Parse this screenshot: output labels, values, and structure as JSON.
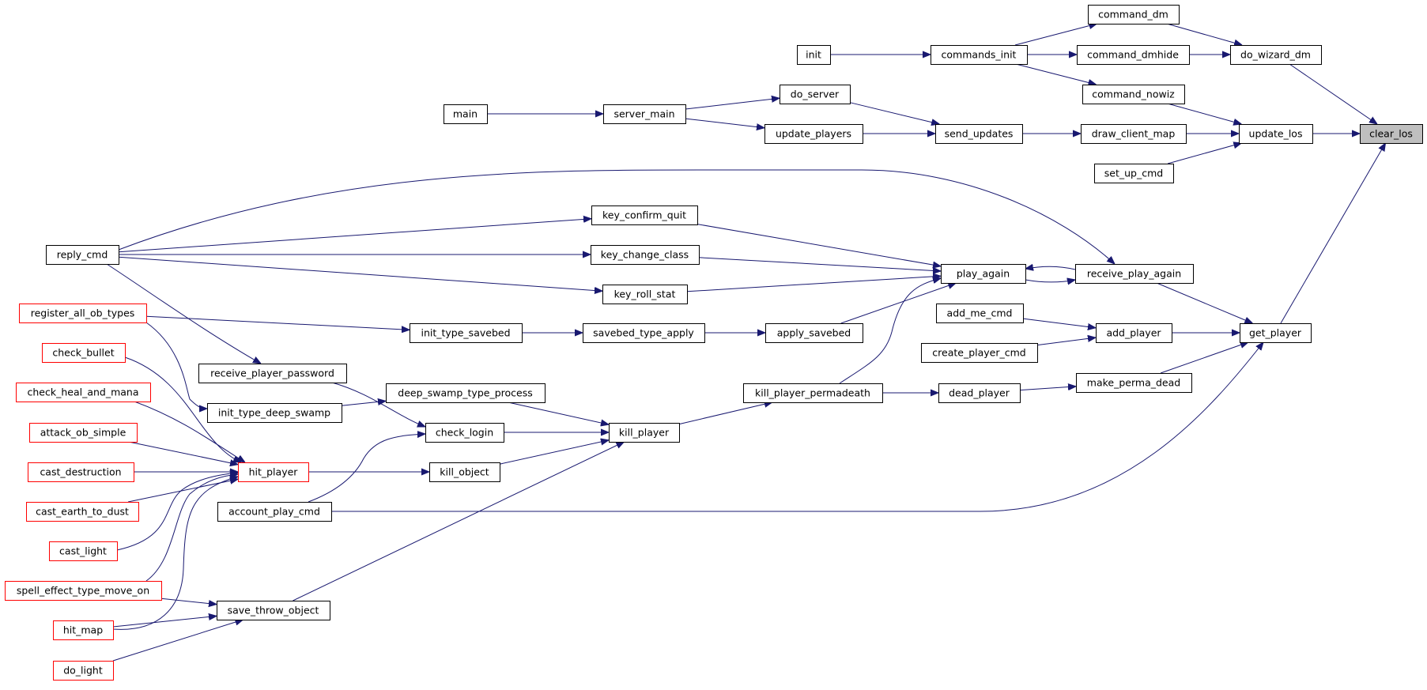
{
  "graph": {
    "edge_color": "#191970",
    "truncated_border_color": "#ff0000",
    "root_fill_color": "#bfbfbf",
    "nodes": {
      "clear_los": {
        "label": "clear_los",
        "root": true
      },
      "do_wizard_dm": {
        "label": "do_wizard_dm"
      },
      "update_los": {
        "label": "update_los"
      },
      "get_player": {
        "label": "get_player"
      },
      "command_dm": {
        "label": "command_dm"
      },
      "command_dmhide": {
        "label": "command_dmhide"
      },
      "commands_init": {
        "label": "commands_init"
      },
      "init": {
        "label": "init"
      },
      "command_nowiz": {
        "label": "command_nowiz"
      },
      "draw_client_map": {
        "label": "draw_client_map"
      },
      "set_up_cmd": {
        "label": "set_up_cmd"
      },
      "send_updates": {
        "label": "send_updates"
      },
      "do_server": {
        "label": "do_server"
      },
      "update_players": {
        "label": "update_players"
      },
      "server_main": {
        "label": "server_main"
      },
      "main": {
        "label": "main"
      },
      "add_player": {
        "label": "add_player"
      },
      "add_me_cmd": {
        "label": "add_me_cmd"
      },
      "create_player_cmd": {
        "label": "create_player_cmd"
      },
      "receive_play_again": {
        "label": "receive_play_again"
      },
      "play_again": {
        "label": "play_again"
      },
      "key_confirm_quit": {
        "label": "key_confirm_quit"
      },
      "key_change_class": {
        "label": "key_change_class"
      },
      "key_roll_stat": {
        "label": "key_roll_stat"
      },
      "reply_cmd": {
        "label": "reply_cmd"
      },
      "apply_savebed": {
        "label": "apply_savebed"
      },
      "savebed_type_apply": {
        "label": "savebed_type_apply"
      },
      "init_type_savebed": {
        "label": "init_type_savebed"
      },
      "register_all_ob_types": {
        "label": "register_all_ob_types",
        "truncated": true
      },
      "make_perma_dead": {
        "label": "make_perma_dead"
      },
      "dead_player": {
        "label": "dead_player"
      },
      "kill_player_permadeath": {
        "label": "kill_player_permadeath"
      },
      "kill_player": {
        "label": "kill_player"
      },
      "deep_swamp_type_process": {
        "label": "deep_swamp_type_process"
      },
      "init_type_deep_swamp": {
        "label": "init_type_deep_swamp"
      },
      "check_login": {
        "label": "check_login"
      },
      "receive_player_password": {
        "label": "receive_player_password"
      },
      "account_play_cmd": {
        "label": "account_play_cmd"
      },
      "kill_object": {
        "label": "kill_object"
      },
      "hit_player": {
        "label": "hit_player",
        "truncated": true
      },
      "save_throw_object": {
        "label": "save_throw_object"
      },
      "check_bullet": {
        "label": "check_bullet",
        "truncated": true
      },
      "check_heal_and_mana": {
        "label": "check_heal_and_mana",
        "truncated": true
      },
      "attack_ob_simple": {
        "label": "attack_ob_simple",
        "truncated": true
      },
      "cast_destruction": {
        "label": "cast_destruction",
        "truncated": true
      },
      "cast_earth_to_dust": {
        "label": "cast_earth_to_dust",
        "truncated": true
      },
      "cast_light": {
        "label": "cast_light",
        "truncated": true
      },
      "spell_effect_type_move_on": {
        "label": "spell_effect_type_move_on",
        "truncated": true
      },
      "hit_map": {
        "label": "hit_map",
        "truncated": true
      },
      "do_light": {
        "label": "do_light",
        "truncated": true
      }
    },
    "edges": [
      [
        "do_wizard_dm",
        "clear_los"
      ],
      [
        "update_los",
        "clear_los"
      ],
      [
        "get_player",
        "clear_los"
      ],
      [
        "command_dm",
        "do_wizard_dm"
      ],
      [
        "command_dmhide",
        "do_wizard_dm"
      ],
      [
        "commands_init",
        "command_dm"
      ],
      [
        "commands_init",
        "command_dmhide"
      ],
      [
        "commands_init",
        "command_nowiz"
      ],
      [
        "init",
        "commands_init"
      ],
      [
        "command_nowiz",
        "update_los"
      ],
      [
        "draw_client_map",
        "update_los"
      ],
      [
        "set_up_cmd",
        "update_los"
      ],
      [
        "send_updates",
        "draw_client_map"
      ],
      [
        "do_server",
        "send_updates"
      ],
      [
        "update_players",
        "send_updates"
      ],
      [
        "server_main",
        "do_server"
      ],
      [
        "server_main",
        "update_players"
      ],
      [
        "main",
        "server_main"
      ],
      [
        "add_player",
        "get_player"
      ],
      [
        "receive_play_again",
        "get_player"
      ],
      [
        "make_perma_dead",
        "get_player"
      ],
      [
        "account_play_cmd",
        "get_player"
      ],
      [
        "add_me_cmd",
        "add_player"
      ],
      [
        "create_player_cmd",
        "add_player"
      ],
      [
        "play_again",
        "receive_play_again"
      ],
      [
        "receive_play_again",
        "play_again"
      ],
      [
        "reply_cmd",
        "receive_play_again"
      ],
      [
        "key_confirm_quit",
        "play_again"
      ],
      [
        "key_change_class",
        "play_again"
      ],
      [
        "key_roll_stat",
        "play_again"
      ],
      [
        "apply_savebed",
        "play_again"
      ],
      [
        "kill_player_permadeath",
        "play_again"
      ],
      [
        "reply_cmd",
        "key_confirm_quit"
      ],
      [
        "reply_cmd",
        "key_change_class"
      ],
      [
        "reply_cmd",
        "key_roll_stat"
      ],
      [
        "reply_cmd",
        "receive_player_password"
      ],
      [
        "savebed_type_apply",
        "apply_savebed"
      ],
      [
        "init_type_savebed",
        "savebed_type_apply"
      ],
      [
        "register_all_ob_types",
        "init_type_savebed"
      ],
      [
        "register_all_ob_types",
        "init_type_deep_swamp"
      ],
      [
        "dead_player",
        "make_perma_dead"
      ],
      [
        "kill_player_permadeath",
        "dead_player"
      ],
      [
        "kill_player",
        "kill_player_permadeath"
      ],
      [
        "deep_swamp_type_process",
        "kill_player"
      ],
      [
        "check_login",
        "kill_player"
      ],
      [
        "kill_object",
        "kill_player"
      ],
      [
        "save_throw_object",
        "kill_player"
      ],
      [
        "init_type_deep_swamp",
        "deep_swamp_type_process"
      ],
      [
        "receive_player_password",
        "check_login"
      ],
      [
        "account_play_cmd",
        "check_login"
      ],
      [
        "hit_player",
        "kill_object"
      ],
      [
        "check_bullet",
        "hit_player"
      ],
      [
        "check_heal_and_mana",
        "hit_player"
      ],
      [
        "attack_ob_simple",
        "hit_player"
      ],
      [
        "cast_destruction",
        "hit_player"
      ],
      [
        "cast_earth_to_dust",
        "hit_player"
      ],
      [
        "cast_light",
        "hit_player"
      ],
      [
        "spell_effect_type_move_on",
        "hit_player"
      ],
      [
        "hit_map",
        "hit_player"
      ],
      [
        "spell_effect_type_move_on",
        "save_throw_object"
      ],
      [
        "hit_map",
        "save_throw_object"
      ],
      [
        "do_light",
        "save_throw_object"
      ]
    ]
  }
}
